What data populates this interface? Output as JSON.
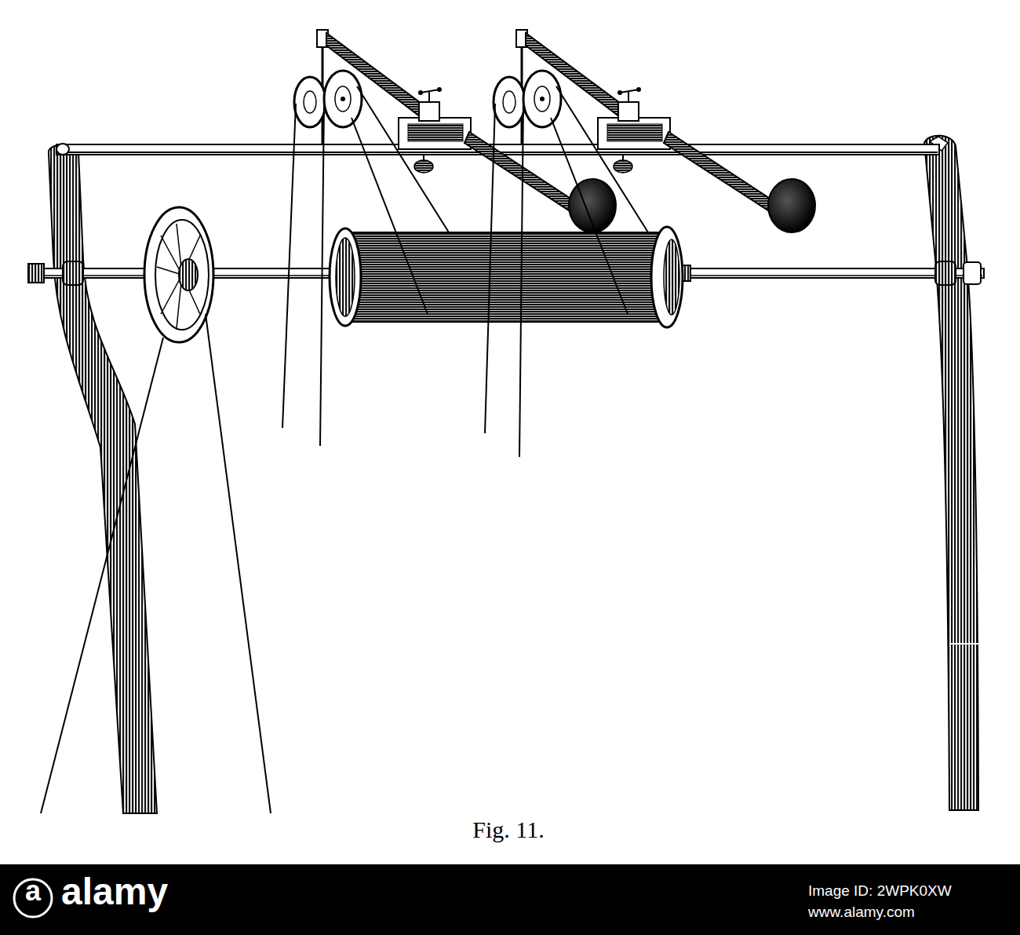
{
  "diagram": {
    "caption": "Fig. 11.",
    "labels": [
      "a",
      "alamy",
      "Image ID: 2WPK0XW",
      "www.alamy.com"
    ]
  }
}
